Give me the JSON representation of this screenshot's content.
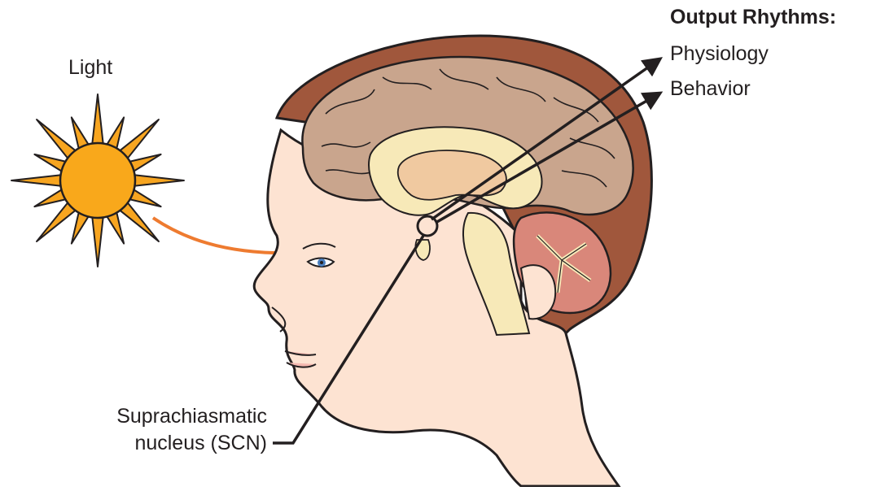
{
  "colors": {
    "sun_fill": "#f9a81b",
    "sun_rays": "#f7a520",
    "light_arrow": "#ee7b30",
    "skin": "#fde3d2",
    "hair": "#a0573c",
    "brain": "#c9a58d",
    "brain_inner": "#f7e9b8",
    "cerebellum": "#d9877a",
    "outline": "#231f20"
  },
  "labels": {
    "light": "Light",
    "output_heading": "Output Rhythms:",
    "outputs": [
      "Physiology",
      "Behavior"
    ],
    "scn_line1": "Suprachiasmatic",
    "scn_line2": "nucleus (SCN)"
  }
}
